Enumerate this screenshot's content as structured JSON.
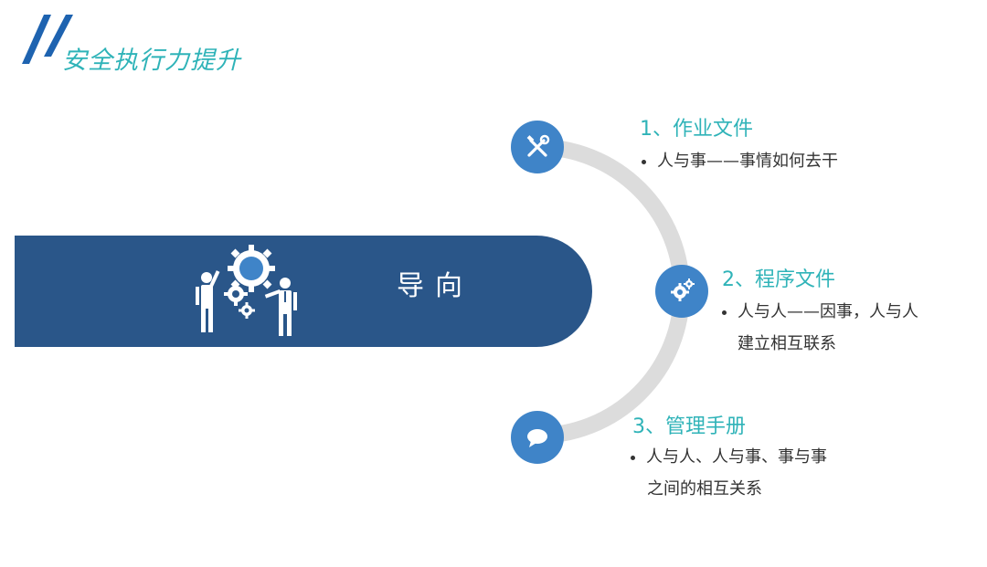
{
  "header": {
    "title": "安全执行力提升",
    "accent_color": "#2fb3b8",
    "decor_icon": "double-slash-decor"
  },
  "banner": {
    "label": "导向",
    "color": "#2a5689",
    "icon": "people-gears-icon"
  },
  "items": [
    {
      "title": "1、作业文件",
      "icon": "tools-icon",
      "lines": [
        "人与事——事情如何去干"
      ]
    },
    {
      "title": "2、程序文件",
      "icon": "gears-icon",
      "lines": [
        "人与人——因事，人与人",
        "建立相互联系"
      ]
    },
    {
      "title": "3、管理手册",
      "icon": "chat-bubble-icon",
      "lines": [
        "人与人、人与事、事与事",
        "之间的相互关系"
      ]
    }
  ],
  "colors": {
    "circle": "#3f84c8",
    "arc": "#dcdcdc",
    "text": "#333333"
  }
}
